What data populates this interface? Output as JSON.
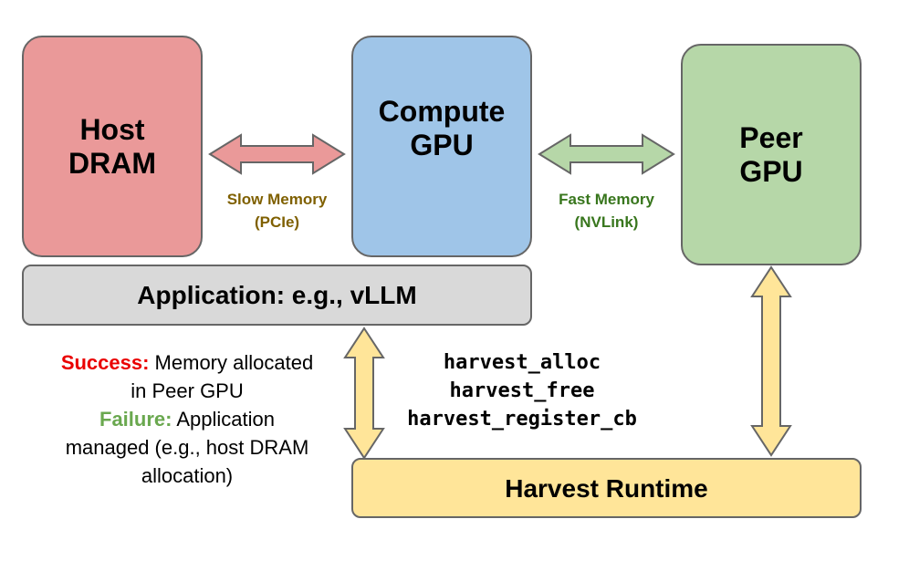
{
  "nodes": {
    "host_dram": "Host\nDRAM",
    "compute_gpu": "Compute\nGPU",
    "peer_gpu": "Peer\nGPU",
    "application": "Application: e.g., vLLM",
    "harvest_runtime": "Harvest Runtime"
  },
  "links": {
    "slow": "Slow Memory\n(PCIe)",
    "fast": "Fast Memory\n(NVLink)"
  },
  "api_calls": [
    "harvest_alloc",
    "harvest_free",
    "harvest_register_cb"
  ],
  "outcomes": {
    "success_label": "Success:",
    "success_text_1": " Memory allocated",
    "success_text_2": "in Peer GPU",
    "failure_label": "Failure:",
    "failure_text_1": " Application",
    "failure_text_2": "managed (e.g., host DRAM",
    "failure_text_3": "allocation)"
  },
  "colors": {
    "host_dram": "#ea9999",
    "compute_gpu": "#9fc5e8",
    "peer_gpu": "#b6d7a8",
    "application": "#d9d9d9",
    "harvest_runtime": "#ffe599",
    "slow_link": "#7f6000",
    "fast_link": "#38761d",
    "success": "#ea0000",
    "failure": "#6aa84f"
  }
}
